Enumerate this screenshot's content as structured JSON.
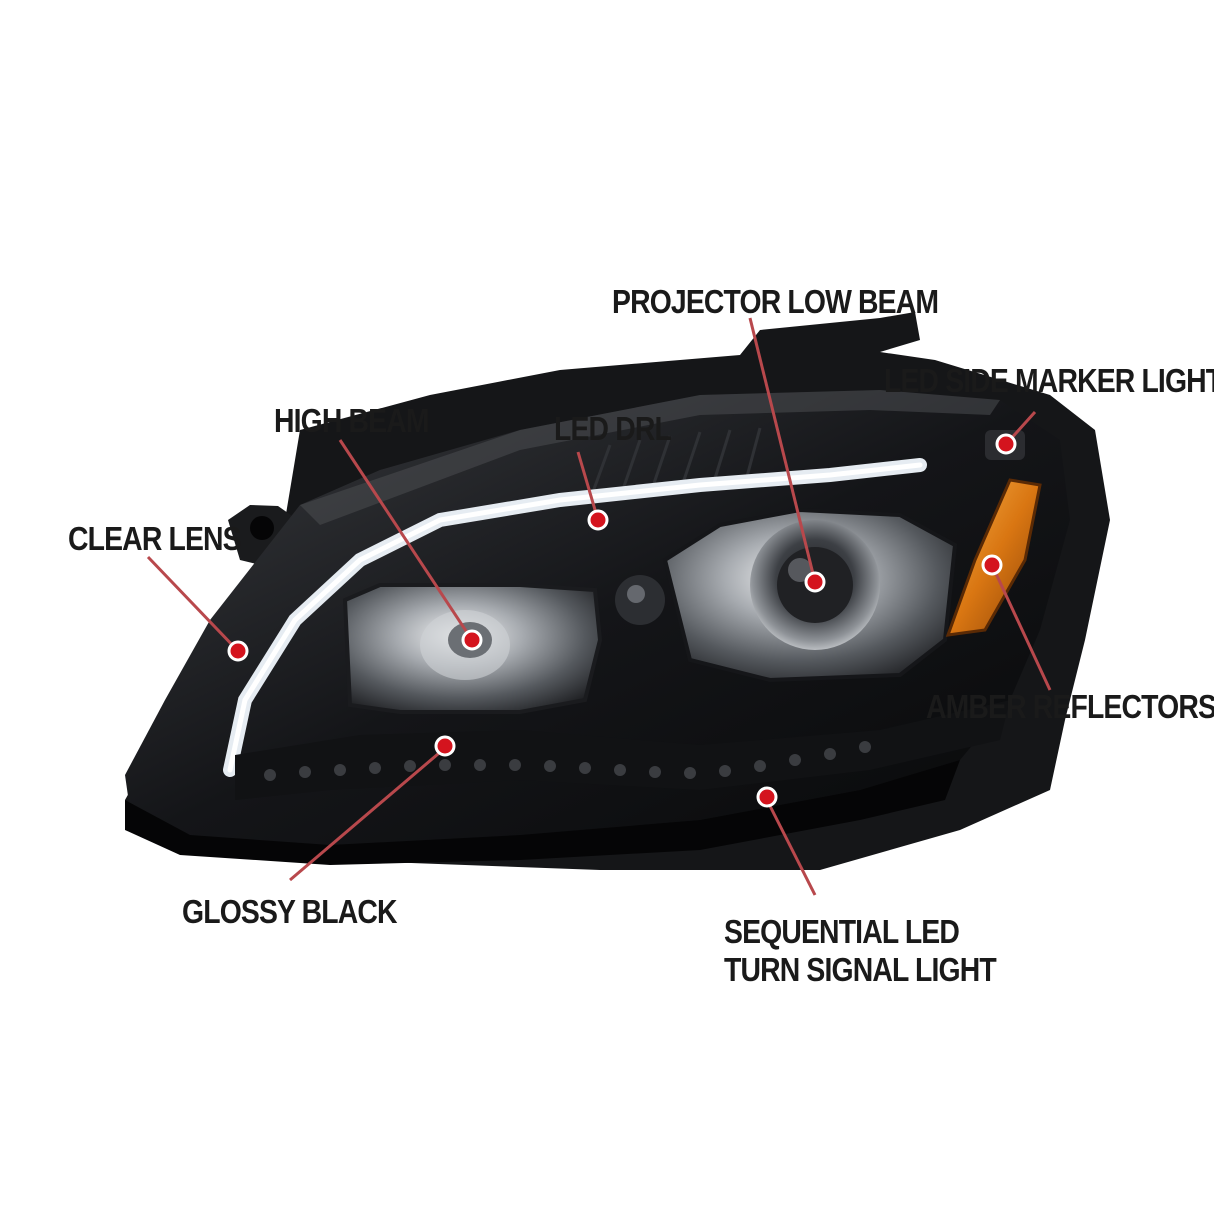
{
  "callouts": {
    "projector_low_beam": "PROJECTOR LOW BEAM",
    "led_side_marker_light": "LED SIDE MARKER LIGHT",
    "high_beam": "HIGH BEAM",
    "led_drl": "LED DRL",
    "clear_lens": "CLEAR LENS",
    "amber_reflectors": "AMBER REFLECTORS",
    "glossy_black": "GLOSSY BLACK",
    "sequential_led_line1": "SEQUENTIAL LED",
    "sequential_led_line2": "TURN SIGNAL LIGHT"
  },
  "colors": {
    "background": "#ffffff",
    "housing": "#0b0b0c",
    "leader_line": "#b8484c",
    "marker_dot": "#d4141e",
    "amber": "#e58a1a",
    "drl_glow": "#e6ecf2",
    "text": "#1a1a1a"
  }
}
